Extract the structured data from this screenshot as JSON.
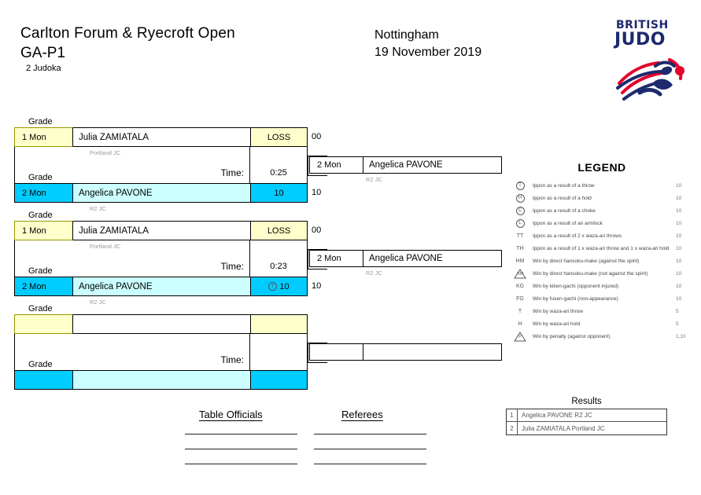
{
  "header": {
    "event_title": "Carlton Forum & Ryecroft Open",
    "pool": "GA-P1",
    "judoka_count": "2 Judoka",
    "city": "Nottingham",
    "date": "19 November 2019"
  },
  "logo": {
    "line1": "BRITISH",
    "line2": "JUDO",
    "navy": "#1e2a6e",
    "red": "#e4002b"
  },
  "grade_label": "Grade",
  "time_label": "Time:",
  "blocks": [
    {
      "top": {
        "grade": "1 Mon",
        "name": "Julia ZAMIATALA",
        "club": "Portland JC",
        "score": "LOSS",
        "marker": "",
        "side_score": "00"
      },
      "time": "0:25",
      "bottom": {
        "grade": "2 Mon",
        "name": "Angelica PAVONE",
        "club": "R2 JC",
        "score": "10",
        "marker": "",
        "side_score": "10"
      },
      "winner": {
        "grade": "2 Mon",
        "name": "Angelica PAVONE",
        "club": "R2 JC"
      }
    },
    {
      "top": {
        "grade": "1 Mon",
        "name": "Julia ZAMIATALA",
        "club": "Portland JC",
        "score": "LOSS",
        "marker": "",
        "side_score": "00"
      },
      "time": "0:23",
      "bottom": {
        "grade": "2 Mon",
        "name": "Angelica PAVONE",
        "club": "R2 JC",
        "score": "10",
        "marker": "T",
        "side_score": "10"
      },
      "winner": {
        "grade": "2 Mon",
        "name": "Angelica PAVONE",
        "club": "R2 JC"
      }
    },
    {
      "top": {
        "grade": "",
        "name": "",
        "club": "",
        "score": "",
        "marker": "",
        "side_score": ""
      },
      "time": "",
      "bottom": {
        "grade": "",
        "name": "",
        "club": "",
        "score": "",
        "marker": "",
        "side_score": ""
      },
      "winner": {
        "grade": "",
        "name": "",
        "club": ""
      }
    }
  ],
  "legend": {
    "title": "LEGEND",
    "items": [
      {
        "icon": "circle",
        "glyph": "T",
        "text": "Ippon as a result of a throw",
        "value": "10"
      },
      {
        "icon": "circle",
        "glyph": "H",
        "text": "Ippon as a result of a hold",
        "value": "10"
      },
      {
        "icon": "circle",
        "glyph": "C",
        "text": "Ippon as a result of a choke",
        "value": "10"
      },
      {
        "icon": "circle",
        "glyph": "L",
        "text": "Ippon as a result of an armlock",
        "value": "10"
      },
      {
        "icon": "text",
        "glyph": "TT",
        "text": "Ippon as a result of 2 x waza-ari throws",
        "value": "10"
      },
      {
        "icon": "text",
        "glyph": "TH",
        "text": "Ippon as a result of 1 x waza-ari throw and 1 x waza-ari hold",
        "value": "10"
      },
      {
        "icon": "text",
        "glyph": "HM",
        "text": "Win by direct hansoku-make (against the spirit)",
        "value": "10"
      },
      {
        "icon": "tri",
        "glyph": "HM",
        "text": "Win by direct hansoku-make (not against the spirit)",
        "value": "10"
      },
      {
        "icon": "text",
        "glyph": "KG",
        "text": "Win by kiken-gachi (opponent injured)",
        "value": "10"
      },
      {
        "icon": "text",
        "glyph": "FG",
        "text": "Win by fusen-gachi (non-appearance)",
        "value": "10"
      },
      {
        "icon": "text",
        "glyph": "T",
        "text": "Win by waza-ari throw",
        "value": "5"
      },
      {
        "icon": "text",
        "glyph": "H",
        "text": "Win by waza-ari hold",
        "value": "5"
      },
      {
        "icon": "tri",
        "glyph": "P",
        "text": "Win by penalty (against opponent)",
        "value": "1,10"
      }
    ]
  },
  "officials": {
    "table_officials_label": "Table Officials",
    "referees_label": "Referees"
  },
  "results": {
    "title": "Results",
    "rows": [
      {
        "rank": "1",
        "name": "Angelica PAVONE R2 JC"
      },
      {
        "rank": "2",
        "name": "Julia ZAMIATALA Portland JC"
      }
    ]
  }
}
